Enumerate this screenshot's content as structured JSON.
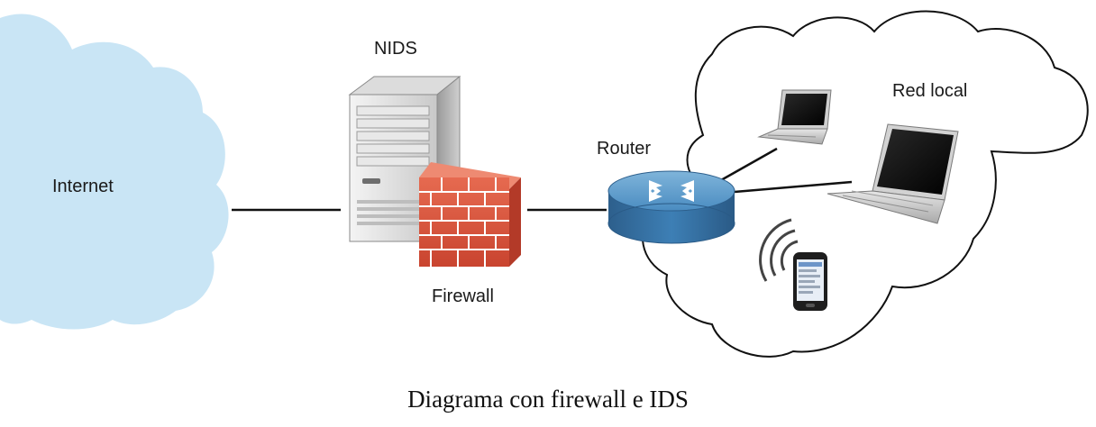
{
  "diagram": {
    "internet_label": "Internet",
    "nids_label": "NIDS",
    "firewall_label": "Firewall",
    "router_label": "Router",
    "lan_label": "Red local",
    "caption": "Diagrama con firewall e IDS"
  },
  "colors": {
    "internet_cloud": "#c9e5f5",
    "router": "#3d7fb5",
    "brick": "#d8553f",
    "line": "#111111"
  }
}
